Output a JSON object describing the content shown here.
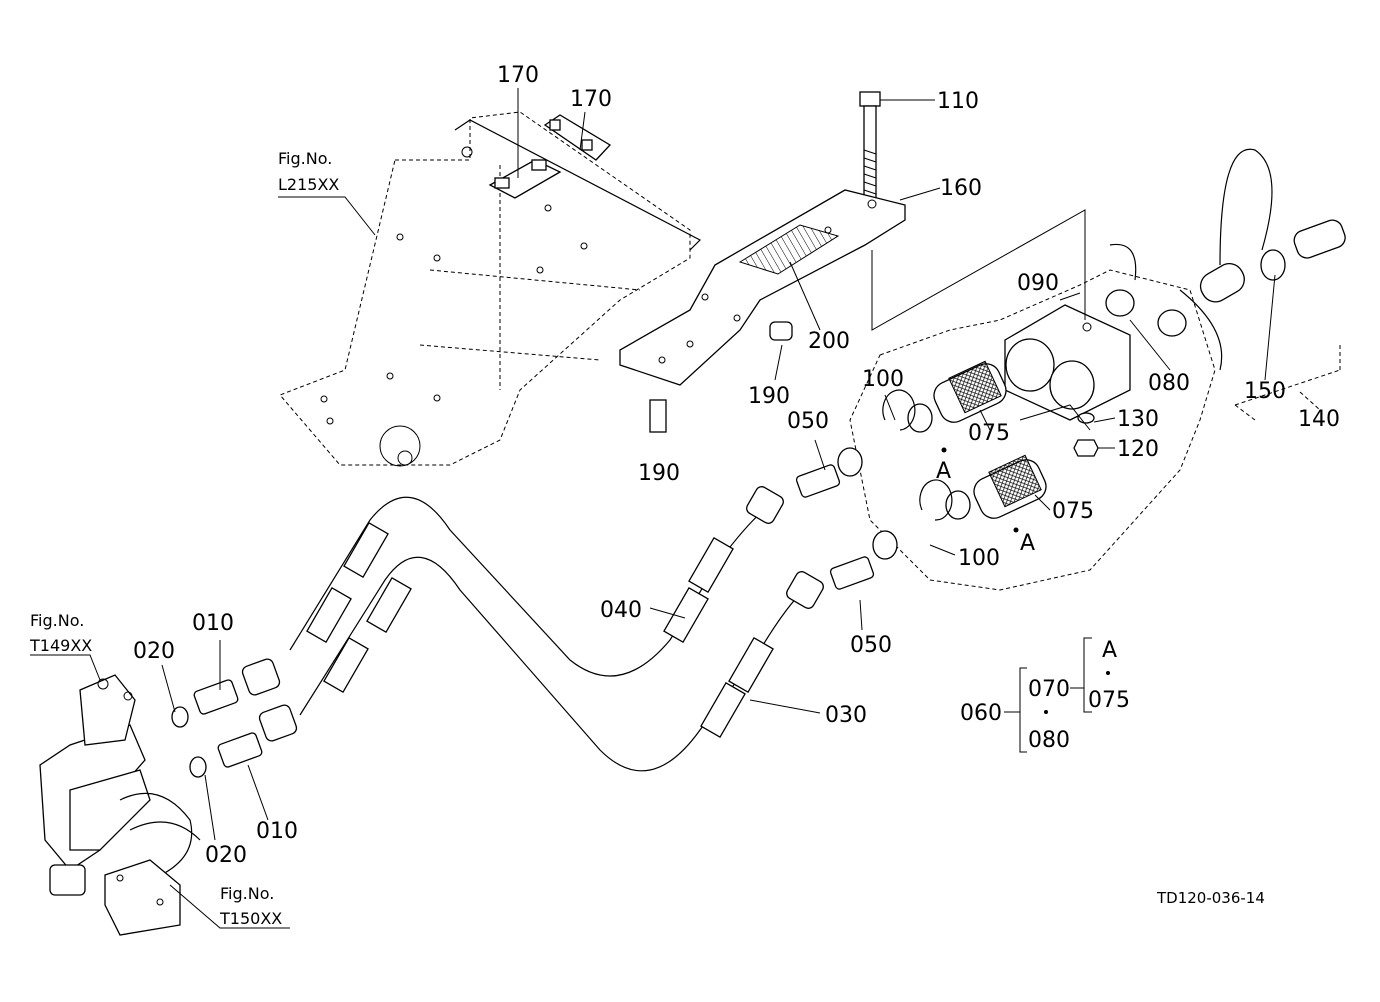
{
  "figure_refs": {
    "l215": {
      "line1": "Fig.No.",
      "line2": "L215XX"
    },
    "t149": {
      "line1": "Fig.No.",
      "line2": "T149XX"
    },
    "t150": {
      "line1": "Fig.No.",
      "line2": "T150XX"
    }
  },
  "labels": {
    "p170a": "170",
    "p170b": "170",
    "p110": "110",
    "p160": "160",
    "p200": "200",
    "p190a": "190",
    "p190b": "190",
    "p090": "090",
    "p080a": "080",
    "p150": "150",
    "p140": "140",
    "p100a": "100",
    "p050a": "050",
    "p075a": "075",
    "p130": "130",
    "p120": "120",
    "p075b": "075",
    "p100b": "100",
    "pA1": "A",
    "pA2": "A",
    "p040": "040",
    "p050b": "050",
    "p030": "030",
    "p010a": "010",
    "p020a": "020",
    "p010b": "010",
    "p020b": "020"
  },
  "legend": {
    "p060": "060",
    "p070": "070",
    "p080": "080",
    "A": "A",
    "p075": "075"
  },
  "drawing_number": "TD120-036-14"
}
